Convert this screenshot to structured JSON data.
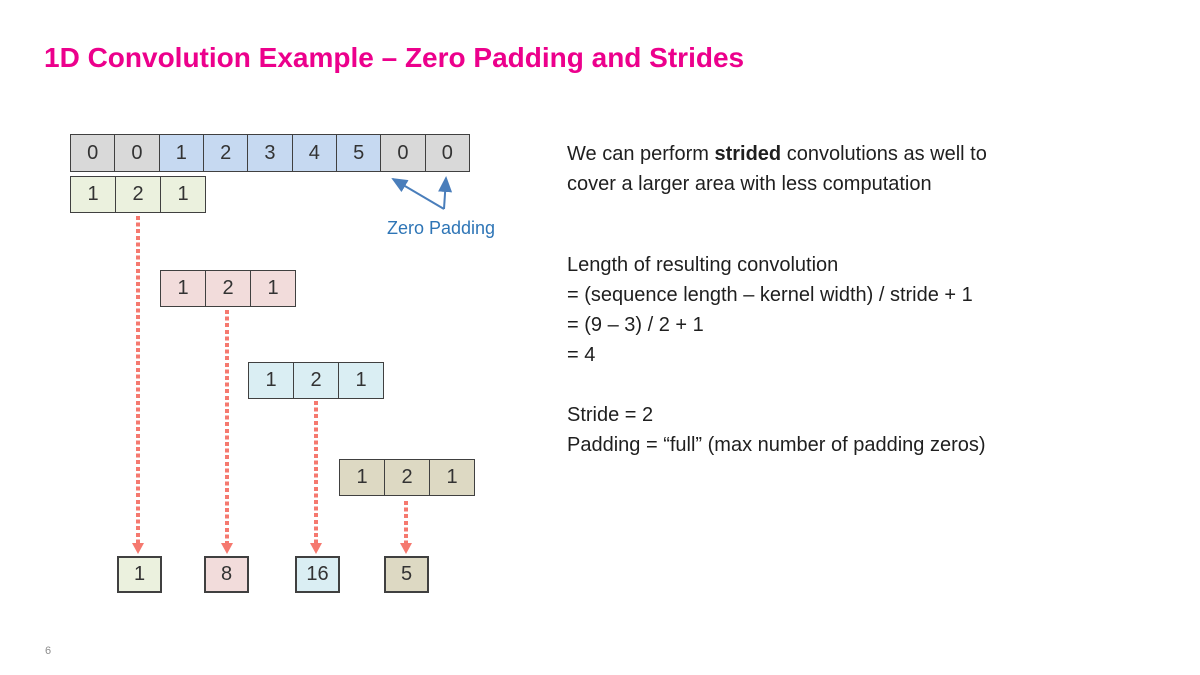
{
  "slide": {
    "title": "1D Convolution Example – Zero Padding and Strides",
    "page_number": "6"
  },
  "diagram": {
    "input_row": {
      "values": [
        "0",
        "0",
        "1",
        "2",
        "3",
        "4",
        "5",
        "0",
        "0"
      ],
      "padding_cell_indices": [
        0,
        1,
        7,
        8
      ]
    },
    "zero_padding_label": "Zero Padding",
    "kernels": [
      {
        "color_name": "green",
        "values": [
          "1",
          "2",
          "1"
        ]
      },
      {
        "color_name": "pink",
        "values": [
          "1",
          "2",
          "1"
        ]
      },
      {
        "color_name": "blue",
        "values": [
          "1",
          "2",
          "1"
        ]
      },
      {
        "color_name": "tan",
        "values": [
          "1",
          "2",
          "1"
        ]
      }
    ],
    "results": [
      {
        "color_name": "green",
        "value": "1"
      },
      {
        "color_name": "pink",
        "value": "8"
      },
      {
        "color_name": "blue",
        "value": "16"
      },
      {
        "color_name": "tan",
        "value": "5"
      }
    ],
    "colors": {
      "title_accent": "#EC008C",
      "zero_padding_text": "#2E75B6",
      "pointer_arrow_blue": "#4A7EBB",
      "stride_arrow_salmon": "#F5796F",
      "cell_border": "#404040",
      "padding_cell": "#D9D9D9",
      "sequence_cell": "#C6D9F1",
      "kernel_green": "#EBF1DE",
      "kernel_pink": "#F2DCDB",
      "kernel_blue": "#DAEEF3",
      "kernel_tan": "#DDD9C3"
    }
  },
  "right_panel": {
    "intro": {
      "line1_pre": "We can perform ",
      "line1_bold": "strided",
      "line1_post": " convolutions as well to",
      "line2": "cover a larger area with less computation"
    },
    "formula": {
      "lines": [
        "Length of resulting convolution",
        "= (sequence length – kernel width) / stride + 1",
        "= (9 – 3) / 2 + 1",
        "= 4"
      ]
    },
    "params": {
      "lines": [
        "Stride = 2",
        "Padding = “full” (max number of padding zeros)"
      ]
    }
  }
}
